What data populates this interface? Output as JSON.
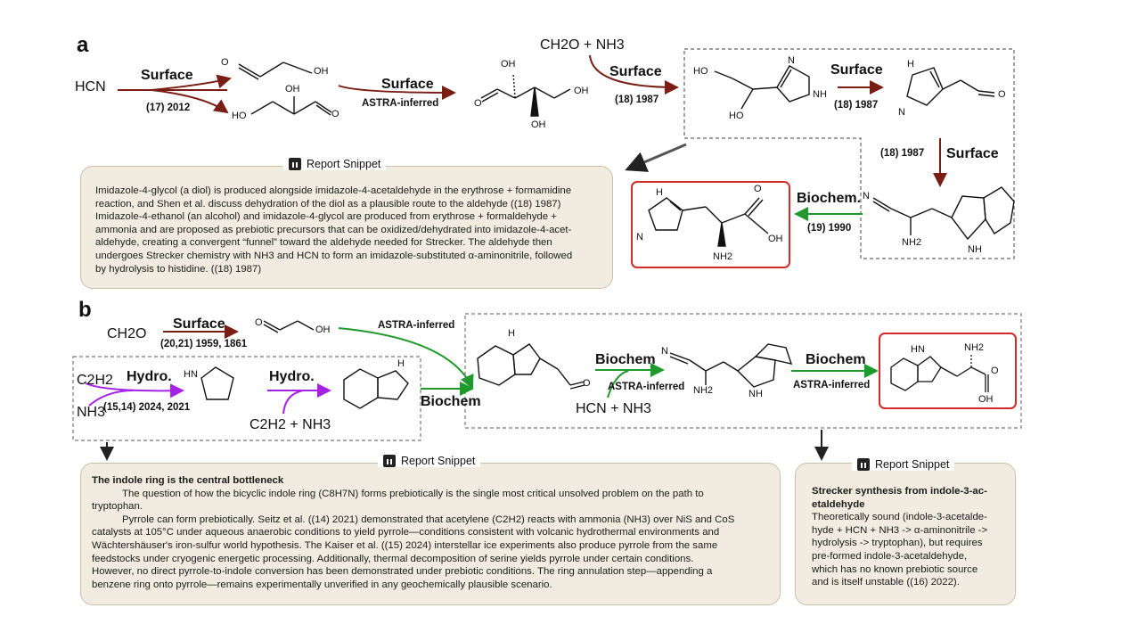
{
  "panel_a": {
    "letter": "a",
    "hcn": "HCN",
    "surface": "Surface",
    "ref_2012": "(17) 2012",
    "astra_inferred": "ASTRA-inferred",
    "ch2o_nh3": "CH2O + NH3",
    "ref_1987": "(18) 1987",
    "biochem_dot": "Biochem.",
    "ref_1990": "(19) 1990",
    "atoms": {
      "O": "O",
      "OH": "OH",
      "HO": "HO",
      "N": "N",
      "NH": "NH",
      "H": "H",
      "NH2": "NH2"
    },
    "snippet_title": "Report Snippet",
    "snippet_lines": [
      "Imidazole-4-glycol (a diol) is produced alongside imidazole-4-acetaldehyde in the erythrose + formamidine",
      "reaction, and Shen et al. discuss dehydration of the diol as a plausible route to the aldehyde ((18) 1987)",
      "Imidazole-4-ethanol (an alcohol) and imidazole-4-glycol are produced from erythrose + formaldehyde +",
      "ammonia and are proposed as prebiotic precursors that can be oxidized/dehydrated into imidazole-4-acet-",
      "aldehyde, creating a convergent “funnel” toward the aldehyde needed for Strecker. The aldehyde then",
      "undergoes Strecker chemistry with NH3 and HCN to form an imidazole-substituted α-aminonitrile, followed",
      "by hydrolysis to histidine. ((18) 1987)"
    ]
  },
  "panel_b": {
    "letter": "b",
    "ch2o": "CH2O",
    "surface": "Surface",
    "ref_1959": "(20,21) 1959, 1861",
    "c2h2": "C2H2",
    "nh3": "NH3",
    "hydro": "Hydro.",
    "ref_2024": "(15,14) 2024, 2021",
    "c2h2_nh3": "C2H2 + NH3",
    "astra_inferred": "ASTRA-inferred",
    "biochem": "Biochem",
    "hcn_nh3": "HCN + NH3",
    "snippet_title": "Report Snippet",
    "left_snippet": {
      "heading": "The indole ring is the central bottleneck",
      "lines": [
        "The question of how the bicyclic indole ring (C8H7N) forms prebiotically is the single most critical unsolved problem on the path to",
        "tryptophan.",
        "Pyrrole can form prebiotically. Seitz et al. ((14) 2021) demonstrated that acetylene (C2H2) reacts with ammonia (NH3) over NiS and CoS",
        "catalysts at 105°C under aqueous anaerobic conditions to yield pyrrole—conditions consistent with volcanic hydrothermal environments and",
        "Wächtershäuser's iron-sulfur world hypothesis. The Kaiser et al. ((15) 2024) interstellar ice experiments also produce pyrrole from the same",
        "feedstocks under cryogenic energetic processing. Additionally, thermal decomposition of serine yields pyrrole under certain conditions.",
        "However, no direct pyrrole-to-indole conversion has been demonstrated under prebiotic conditions. The ring annulation step—appending a",
        "benzene ring onto pyrrole—remains experimentally unverified in any geochemically plausible scenario."
      ]
    },
    "right_snippet": {
      "heading_lines": [
        "Strecker synthesis from indole-3-ac-",
        "etaldehyde"
      ],
      "lines": [
        "Theoretically sound (indole-3-acetalde-",
        "hyde + HCN + NH3 -> α-aminonitrile ->",
        "hydrolysis -> tryptophan), but requires",
        "pre-formed indole-3-acetaldehyde,",
        "which has no known prebiotic source",
        "and is itself unstable ((16) 2022)."
      ]
    },
    "atoms": {
      "O": "O",
      "OH": "OH",
      "HN": "HN",
      "N": "N",
      "NH": "NH",
      "NH2": "NH2",
      "H": "H"
    }
  },
  "colors": {
    "surface_arrow": "#7a1e14",
    "biochem_arrow": "#1e9a2c",
    "hydro_arrow": "#a322e6",
    "highlight_box": "#d42a2a",
    "snippet_bg": "#f1ecdf"
  }
}
